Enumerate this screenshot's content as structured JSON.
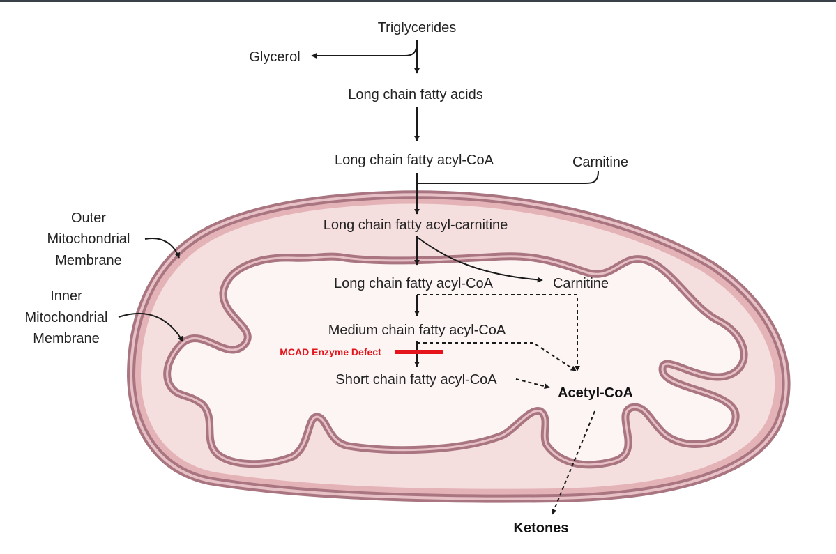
{
  "labels": {
    "triglycerides": "Triglycerides",
    "glycerol": "Glycerol",
    "long_chain_fatty_acids": "Long chain fatty acids",
    "long_chain_fatty_acyl_coa": "Long chain fatty acyl-CoA",
    "carnitine_outer": "Carnitine",
    "long_chain_fatty_acyl_carnitine": "Long chain fatty acyl-carnitine",
    "long_chain_fatty_acyl_coa_inner": "Long chain fatty acyl-CoA",
    "carnitine_inner": "Carnitine",
    "medium_chain_fatty_acyl_coa": "Medium chain fatty acyl-CoA",
    "mcad_defect": "MCAD Enzyme Defect",
    "short_chain_fatty_acyl_coa": "Short chain fatty acyl-CoA",
    "acetyl_coa": "Acetyl-CoA",
    "ketones": "Ketones",
    "outer_membrane": [
      "Outer",
      "Mitochondrial",
      "Membrane"
    ],
    "inner_membrane": [
      "Inner",
      "Mitochondrial",
      "Membrane"
    ]
  },
  "colors": {
    "membrane_stroke": "#a97580",
    "membrane_fill": "#e4b3b8",
    "inner_space_fill": "#f6e2e3",
    "matrix_fill": "#fdf4f4",
    "defect_red": "#e5141b",
    "arrow": "#1a1a1a"
  }
}
